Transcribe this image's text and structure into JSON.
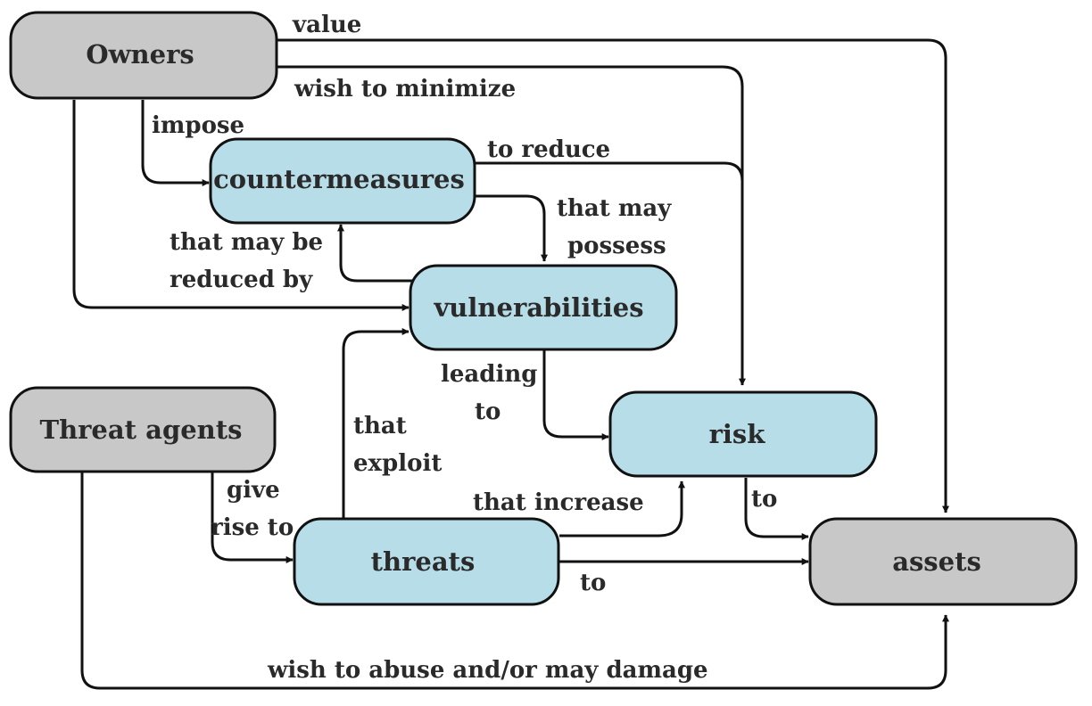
{
  "colors": {
    "entity": "#c8c8c8",
    "concept": "#b7dde9",
    "line": "#111111",
    "text": "#2a2a2a"
  },
  "nodes": {
    "owners": "Owners",
    "countermeasures": "countermeasures",
    "vulnerabilities": "vulnerabilities",
    "threat_agents": "Threat agents",
    "risk": "risk",
    "threats": "threats",
    "assets": "assets"
  },
  "edge_labels": {
    "value": "value",
    "wish_to_minimize": "wish to minimize",
    "impose": "impose",
    "to_reduce": "to reduce",
    "that_may_possess_1": "that may",
    "that_may_possess_2": "possess",
    "that_may_be_reduced_by_1": "that may be",
    "that_may_be_reduced_by_2": "reduced by",
    "leading_to_1": "leading",
    "leading_to_2": "to",
    "that_exploit_1": "that",
    "that_exploit_2": "exploit",
    "give_rise_to_1": "give",
    "give_rise_to_2": "rise to",
    "that_increase": "that increase",
    "risk_to": "to",
    "threats_to": "to",
    "wish_to_abuse": "wish to abuse and/or may damage"
  }
}
